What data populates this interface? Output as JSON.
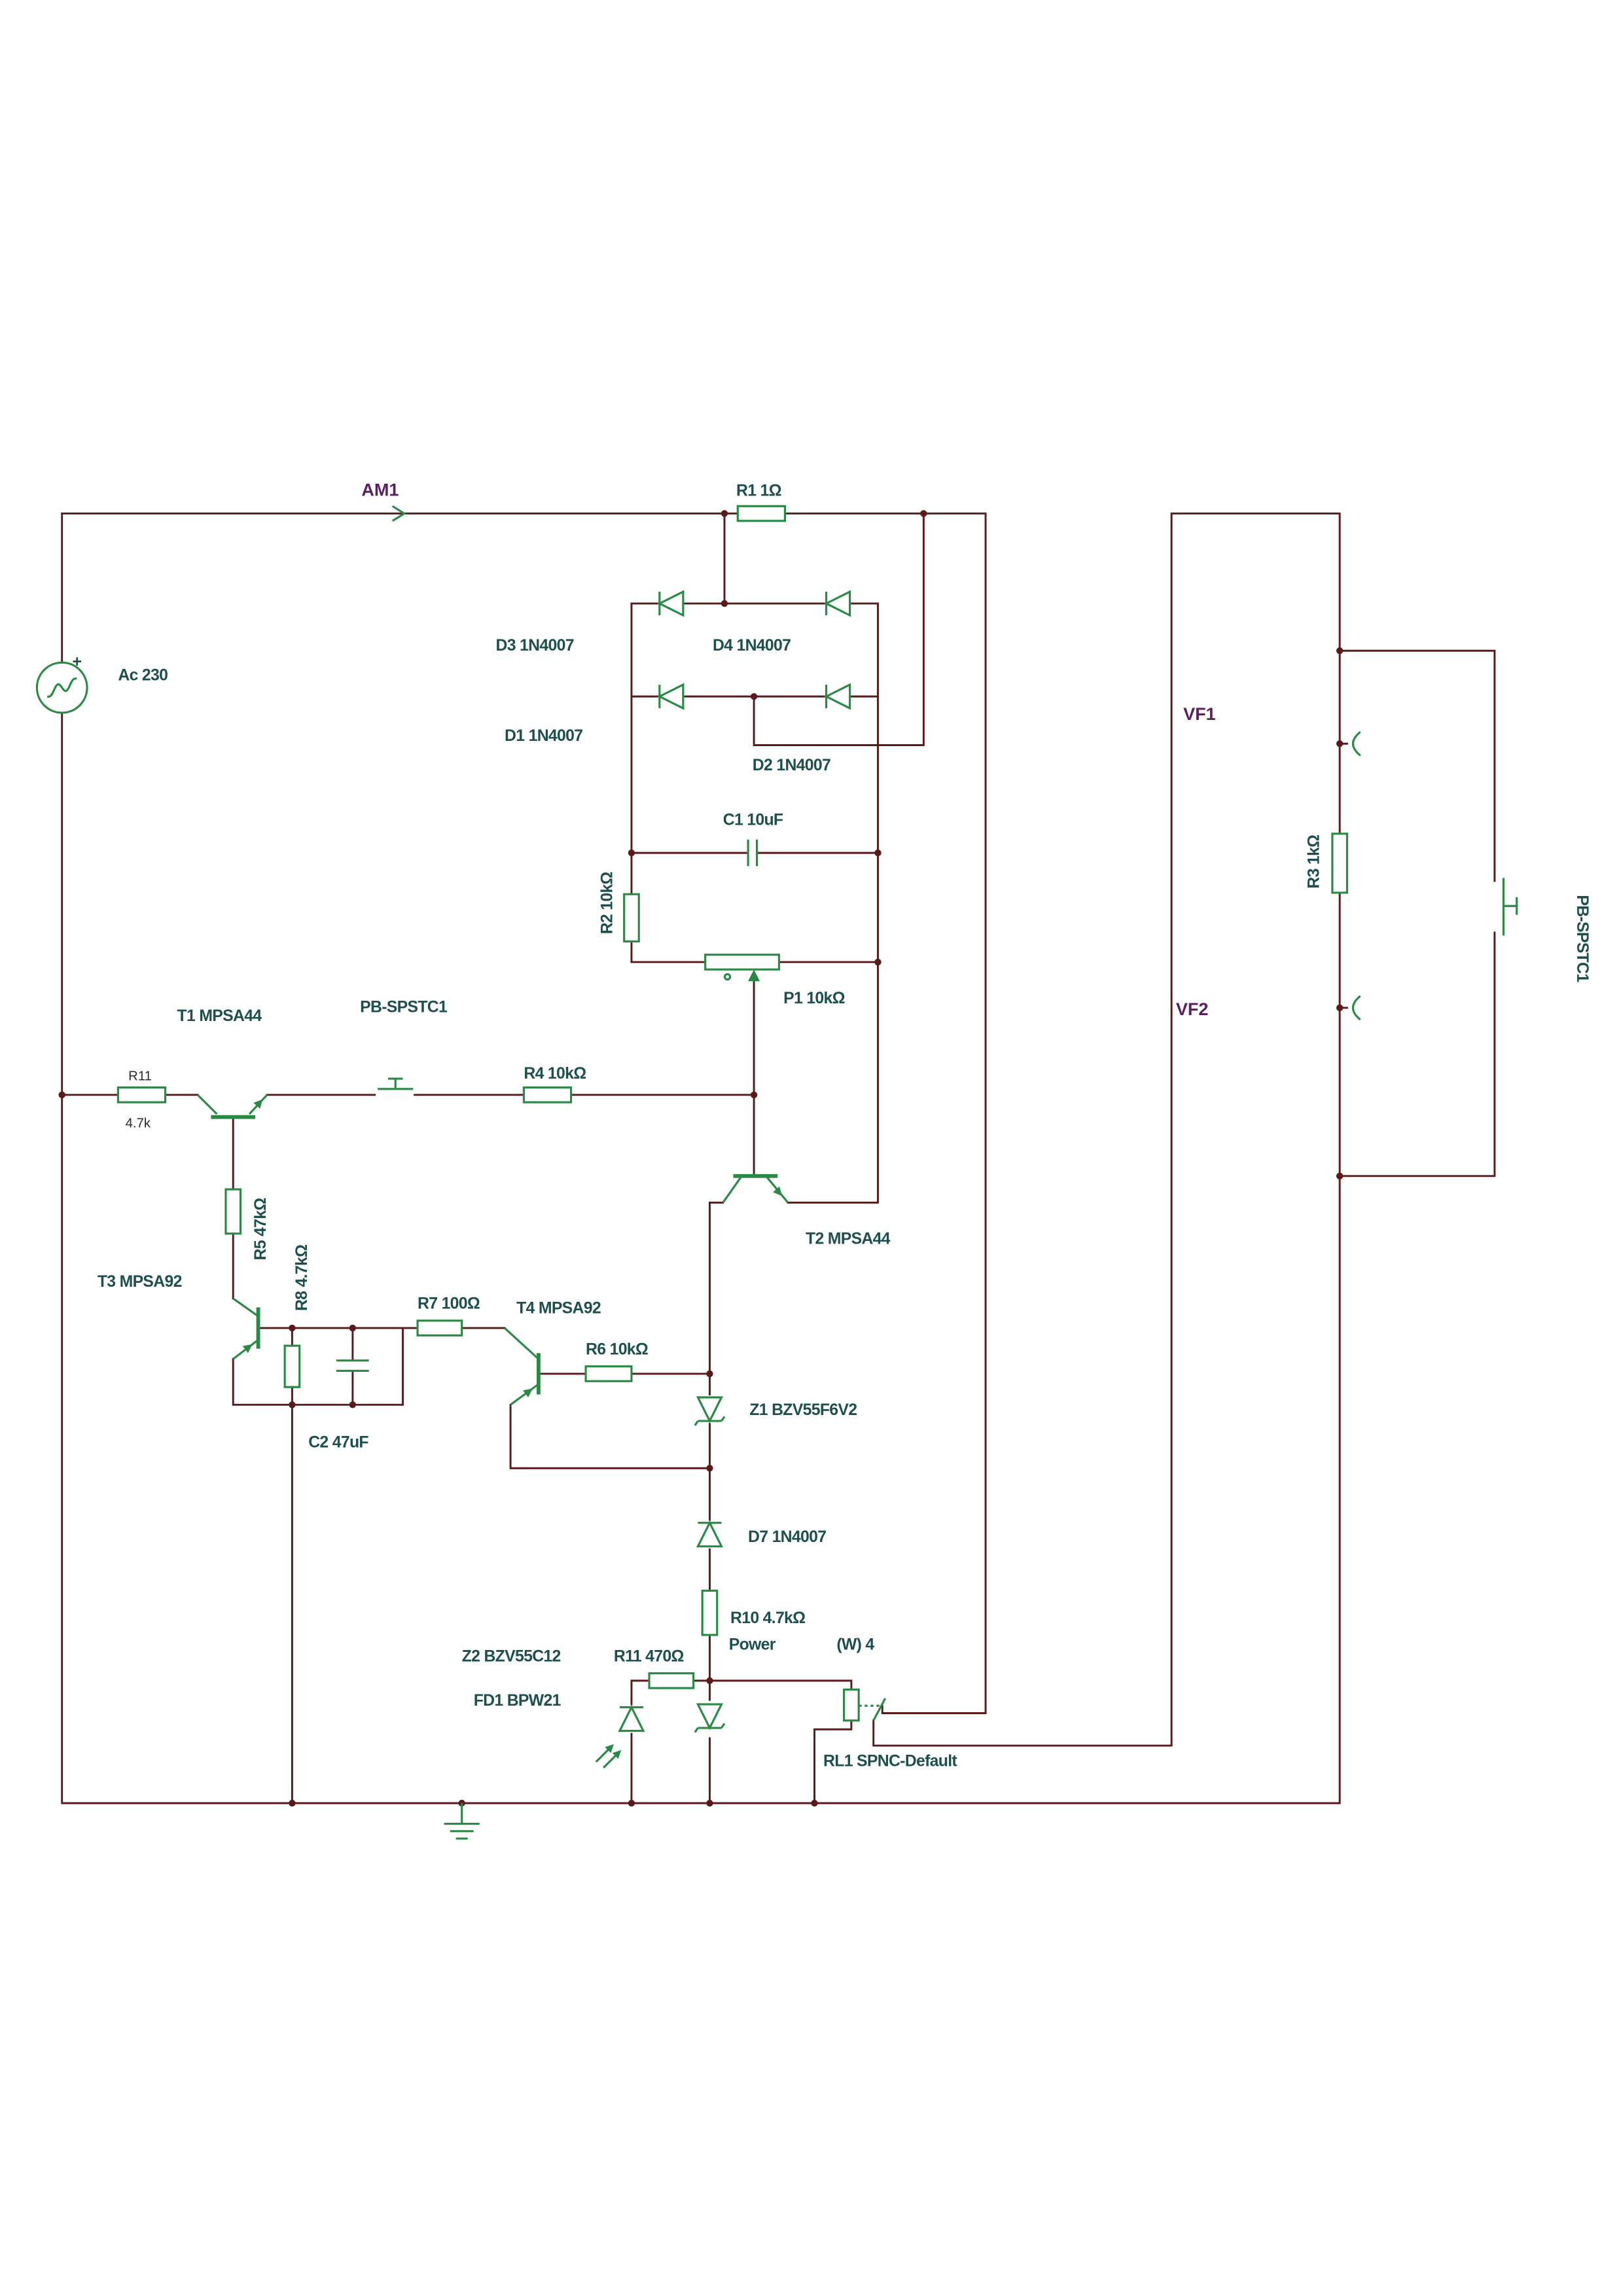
{
  "colors": {
    "wire": "#5b1a1a",
    "component": "#2a8a45",
    "label": "#1e4f4f",
    "meter_label": "#5c2060",
    "background": "#ffffff"
  },
  "labels": {
    "am1": "AM1",
    "r1": "R1 1Ω",
    "ac_source": "Ac 230",
    "ac_polarity": "+",
    "d3": "D3 1N4007",
    "d4": "D4 1N4007",
    "d1": "D1 1N4007",
    "d2": "D2 1N4007",
    "c1": "C1 10uF",
    "r2": "R2 10kΩ",
    "p1": "P1 10kΩ",
    "t1": "T1 MPSA44",
    "pb_switch_1": "PB-SPSTC1",
    "r11_name": "R11",
    "r11_value": "4.7k",
    "r4": "R4 10kΩ",
    "t2": "T2 MPSA44",
    "r5": "R5 47kΩ",
    "r8": "R8 4.7kΩ",
    "t3": "T3 MPSA92",
    "r7": "R7 100Ω",
    "t4": "T4 MPSA92",
    "r6": "R6 10kΩ",
    "c2": "C2 47uF",
    "z1": "Z1 BZV55F6V2",
    "d7": "D7 1N4007",
    "r10": "R10 4.7kΩ",
    "lamp_power": "Power",
    "lamp_rating": "(W) 4",
    "z2": "Z2 BZV55C12",
    "r11b": "R11 470Ω",
    "fd1": "FD1 BPW21",
    "rl1": "RL1 SPNC-Default",
    "vf1": "VF1",
    "vf2": "VF2",
    "r3": "R3 1kΩ",
    "pb_switch_2": "PB-SPSTC1"
  }
}
